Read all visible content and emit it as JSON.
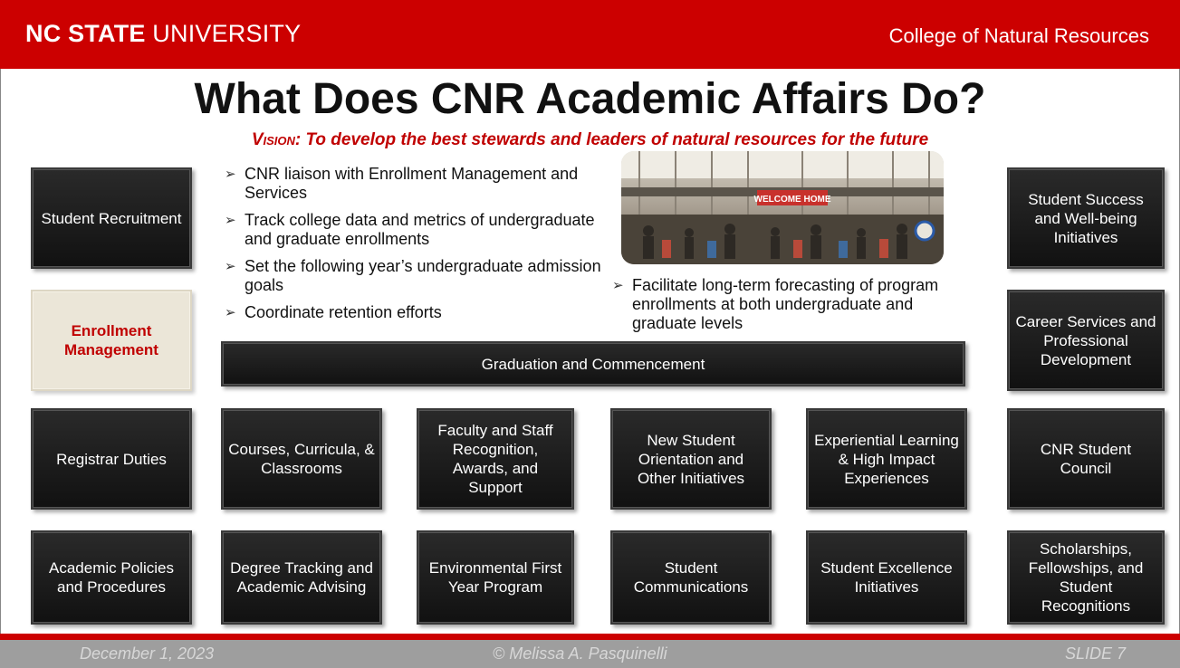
{
  "header": {
    "brand_bold": "NC STATE",
    "brand_rest": " UNIVERSITY",
    "college": "College of Natural Resources"
  },
  "slide": {
    "title": "What Does CNR Academic Affairs Do?",
    "vision_label": "Vision:",
    "vision_text": " To develop the best stewards and leaders of natural resources for the future"
  },
  "bullets_left": [
    "CNR liaison with Enrollment Management and Services",
    "Track college data and metrics of undergraduate and graduate enrollments",
    "Set the following year’s undergraduate admission goals",
    "Coordinate retention efforts"
  ],
  "bullets_right": [
    "Facilitate long-term forecasting of program enrollments at both undergraduate and graduate levels"
  ],
  "photo": {
    "banner": "WELCOME HOME"
  },
  "boxes": {
    "student_recruitment": "Student Recruitment",
    "enrollment_management": "Enrollment Management",
    "graduation": "Graduation and Commencement",
    "student_success": "Student Success and Well-being Initiatives",
    "career_services": "Career Services and Professional Development",
    "registrar": "Registrar Duties",
    "courses": "Courses, Curricula, & Classrooms",
    "faculty_staff": "Faculty and Staff Recognition, Awards, and Support",
    "new_student": "New Student Orientation and Other Initiatives",
    "experiential": "Experiential Learning & High Impact Experiences",
    "student_council": "CNR Student Council",
    "academic_policies": "Academic Policies and Procedures",
    "degree_tracking": "Degree Tracking and Academic Advising",
    "environmental": "Environmental First Year Program",
    "communications": "Student Communications",
    "excellence": "Student Excellence Initiatives",
    "scholarships": "Scholarships, Fellowships, and Student Recognitions"
  },
  "footer": {
    "date": "December 1, 2023",
    "copyright": "© Melissa A. Pasquinelli",
    "slide_number": "SLIDE 7"
  },
  "colors": {
    "ncstate_red": "#cc0000",
    "box_dark": "#1a1a1a",
    "highlight_bg": "#ebe6d8",
    "footer_gray": "#9e9e9e"
  }
}
